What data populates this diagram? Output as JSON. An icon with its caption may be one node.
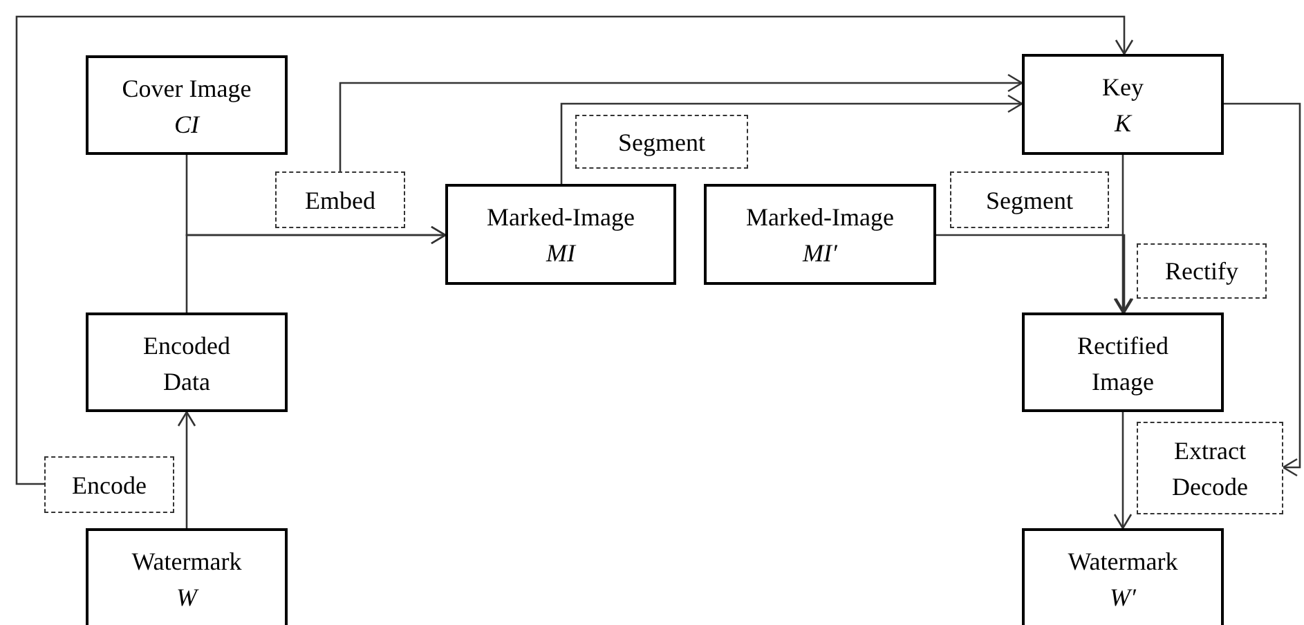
{
  "diagram": {
    "nodes": [
      {
        "text": [
          "Cover Image",
          "CI"
        ]
      },
      {
        "text": [
          "Encoded Data"
        ]
      },
      {
        "text": [
          "Watermark",
          "W"
        ]
      },
      {
        "text": [
          "Marked-Image",
          "MI"
        ]
      },
      {
        "text": [
          "Marked-Image",
          "MI′"
        ]
      },
      {
        "text": [
          "Key",
          "K"
        ]
      },
      {
        "text": [
          "Rectified Image"
        ]
      },
      {
        "text": [
          "Watermark",
          "W′"
        ]
      },
      {
        "text": [
          "Embed"
        ]
      },
      {
        "text": [
          "Segment"
        ]
      },
      {
        "text": [
          "Segment"
        ]
      },
      {
        "text": [
          "Rectify"
        ]
      },
      {
        "text": [
          "Encode"
        ]
      },
      {
        "text": [
          "Extract Decode"
        ]
      }
    ],
    "edges": [
      {
        "from": 0,
        "to": 3,
        "arrow": "to"
      },
      {
        "from": 1,
        "to": 3,
        "arrow": "to"
      },
      {
        "from": 2,
        "to": 1,
        "arrow": "to"
      },
      {
        "from": 12,
        "to": 5,
        "arrow": "to"
      },
      {
        "from": 8,
        "to": 5,
        "arrow": "to"
      },
      {
        "from": 3,
        "to": 5,
        "arrow": "to"
      },
      {
        "from": 5,
        "to": 6,
        "arrow": "to"
      },
      {
        "from": 4,
        "to": 6,
        "arrow": "to"
      },
      {
        "from": 6,
        "to": 7,
        "arrow": "to"
      },
      {
        "from": 5,
        "to": 13,
        "arrow": "to"
      }
    ]
  }
}
